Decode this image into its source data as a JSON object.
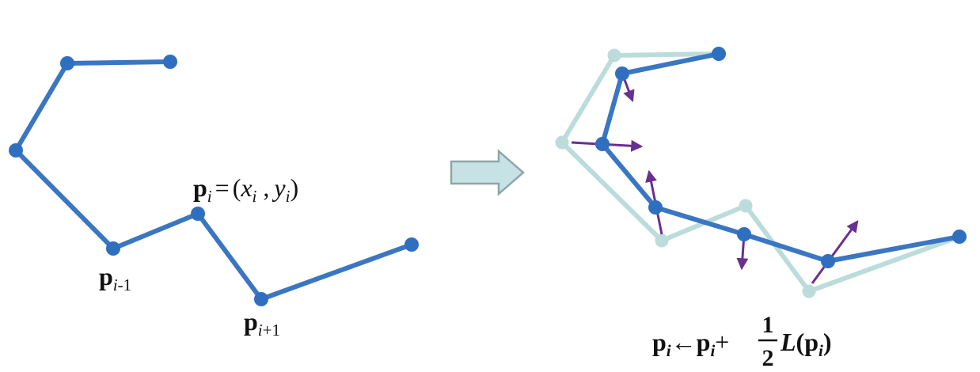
{
  "colors": {
    "polyline": "#3a76c2",
    "vertex": "#2f6fbf",
    "ghost": "#bcdcdc",
    "displacement_arrow": "#6a2f92",
    "transition_arrow_fill": "#c7e2e4",
    "transition_arrow_stroke": "#8fa6a8"
  },
  "icons": {
    "transition": "right-arrow-icon"
  },
  "labels": {
    "point_i": {
      "bold": "p",
      "sub": "i",
      "equals": "=",
      "open_paren": "(",
      "x": "x",
      "x_sub": "i",
      "comma": ",",
      "y": "y",
      "y_sub": "i",
      "close_paren": ")"
    },
    "point_i_minus_1": {
      "bold": "p",
      "sub": "i",
      "sub_rest": "-1"
    },
    "point_i_plus_1": {
      "bold": "p",
      "sub": "i",
      "sub_rest": "+1"
    },
    "formula": {
      "lhs_bold": "p",
      "lhs_sub": "i",
      "arrow": "←",
      "rhs_bold": "p",
      "rhs_sub": "i",
      "plus": "+",
      "numerator": "1",
      "denominator": "2",
      "op": "L",
      "paren_open": "(",
      "arg_bold": "p",
      "arg_sub": "i",
      "paren_close": ")"
    }
  }
}
